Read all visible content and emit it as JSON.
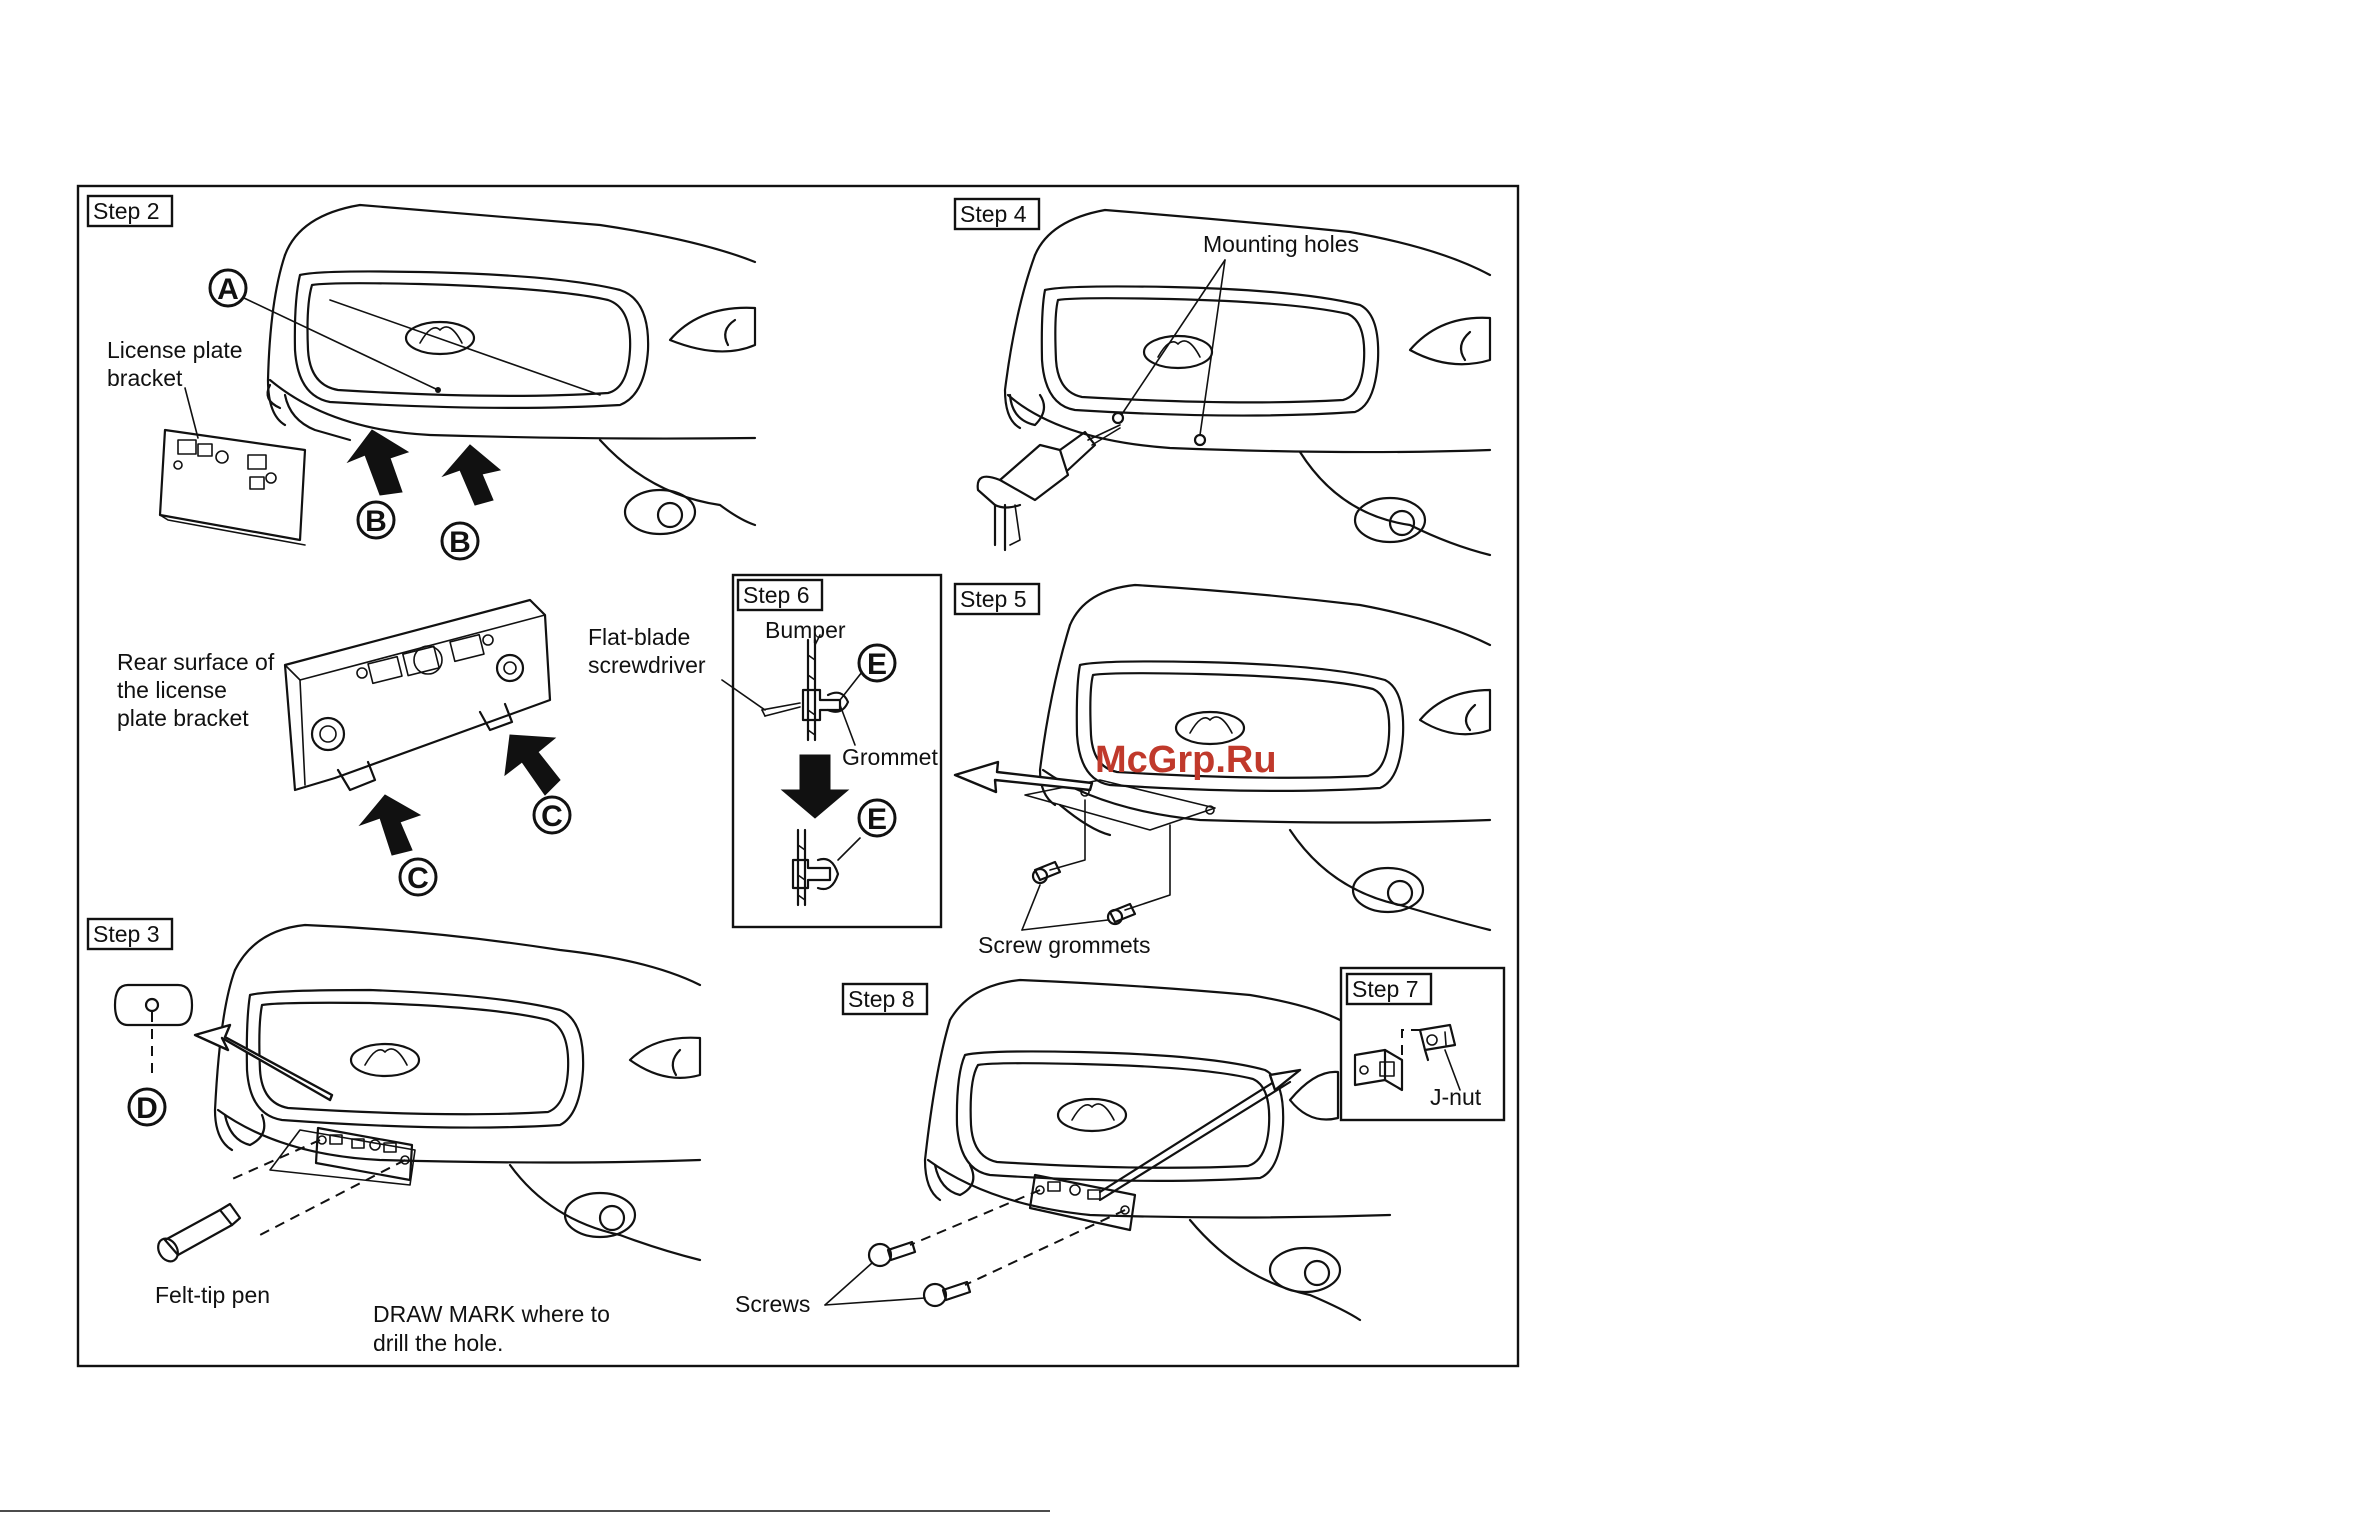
{
  "steps": {
    "step2": "Step 2",
    "step3": "Step 3",
    "step4": "Step 4",
    "step5": "Step 5",
    "step6": "Step 6",
    "step7": "Step 7",
    "step8": "Step 8"
  },
  "labels": {
    "license_plate_bracket_1": "License plate",
    "license_plate_bracket_2": "bracket",
    "rear_surface_1": "Rear surface of",
    "rear_surface_2": "the license",
    "rear_surface_3": "plate bracket",
    "mounting_holes": "Mounting holes",
    "flat_blade_1": "Flat-blade",
    "flat_blade_2": "screwdriver",
    "bumper": "Bumper",
    "grommet": "Grommet",
    "screw_grommets": "Screw grommets",
    "j_nut": "J-nut",
    "felt_tip_pen": "Felt-tip pen",
    "draw_mark_1": "DRAW MARK where to",
    "draw_mark_2": "drill the hole.",
    "screws": "Screws"
  },
  "callouts": {
    "a": "A",
    "b": "B",
    "c": "C",
    "d": "D",
    "e": "E"
  },
  "watermark": "McGrp.Ru",
  "colors": {
    "line": "#111111",
    "watermark": "#c0392b",
    "background": "#ffffff"
  }
}
